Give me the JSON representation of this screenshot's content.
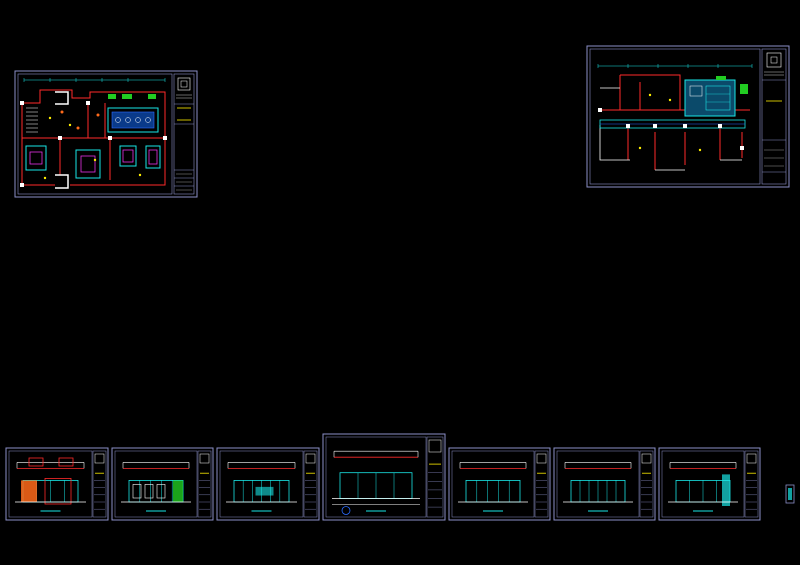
{
  "canvas": {
    "background": "#000000"
  },
  "colors": {
    "frame": "#8b8fc8",
    "wall": "#ff2a2a",
    "cyan": "#19e6e6",
    "white": "#ffffff",
    "green": "#22cc22",
    "yellow": "#ffee00",
    "orange": "#ff6a1a",
    "magenta": "#e633e6",
    "blue": "#2a6bff"
  },
  "sheets": [
    {
      "id": "plan-1",
      "kind": "floor-plan"
    },
    {
      "id": "plan-2",
      "kind": "floor-plan"
    },
    {
      "id": "elev-1",
      "kind": "elevation"
    },
    {
      "id": "elev-2",
      "kind": "elevation"
    },
    {
      "id": "elev-3",
      "kind": "elevation"
    },
    {
      "id": "elev-4",
      "kind": "elevation"
    },
    {
      "id": "elev-5",
      "kind": "elevation"
    },
    {
      "id": "elev-6",
      "kind": "elevation"
    },
    {
      "id": "elev-7",
      "kind": "elevation"
    }
  ]
}
